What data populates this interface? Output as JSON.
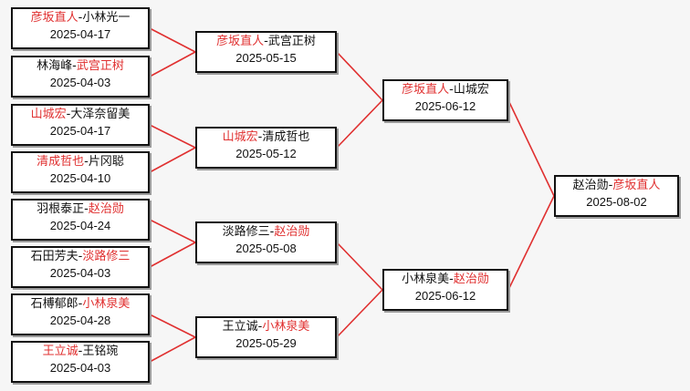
{
  "colors": {
    "winner": "#e03030",
    "line": "#e03030",
    "box_border": "#111111",
    "background": "#f6f6f6"
  },
  "rounds": [
    [
      {
        "p1": "彦坂直人",
        "p2": "小林光一",
        "winner": 1,
        "date": "2025-04-17"
      },
      {
        "p1": "林海峰",
        "p2": "武宫正树",
        "winner": 2,
        "date": "2025-04-03"
      },
      {
        "p1": "山城宏",
        "p2": "大泽奈留美",
        "winner": 1,
        "date": "2025-04-17"
      },
      {
        "p1": "清成哲也",
        "p2": "片冈聪",
        "winner": 1,
        "date": "2025-04-10"
      },
      {
        "p1": "羽根泰正",
        "p2": "赵治勋",
        "winner": 2,
        "date": "2025-04-24"
      },
      {
        "p1": "石田芳夫",
        "p2": "淡路修三",
        "winner": 2,
        "date": "2025-04-03"
      },
      {
        "p1": "石榑郁郎",
        "p2": "小林泉美",
        "winner": 2,
        "date": "2025-04-28"
      },
      {
        "p1": "王立诚",
        "p2": "王铭琬",
        "winner": 1,
        "date": "2025-04-03"
      }
    ],
    [
      {
        "p1": "彦坂直人",
        "p2": "武宫正树",
        "winner": 1,
        "date": "2025-05-15"
      },
      {
        "p1": "山城宏",
        "p2": "清成哲也",
        "winner": 1,
        "date": "2025-05-12"
      },
      {
        "p1": "淡路修三",
        "p2": "赵治勋",
        "winner": 2,
        "date": "2025-05-08"
      },
      {
        "p1": "王立诚",
        "p2": "小林泉美",
        "winner": 2,
        "date": "2025-05-29"
      }
    ],
    [
      {
        "p1": "彦坂直人",
        "p2": "山城宏",
        "winner": 1,
        "date": "2025-06-12"
      },
      {
        "p1": "小林泉美",
        "p2": "赵治勋",
        "winner": 2,
        "date": "2025-06-12"
      }
    ],
    [
      {
        "p1": "赵治勋",
        "p2": "彦坂直人",
        "winner": 2,
        "date": "2025-08-02"
      }
    ]
  ]
}
